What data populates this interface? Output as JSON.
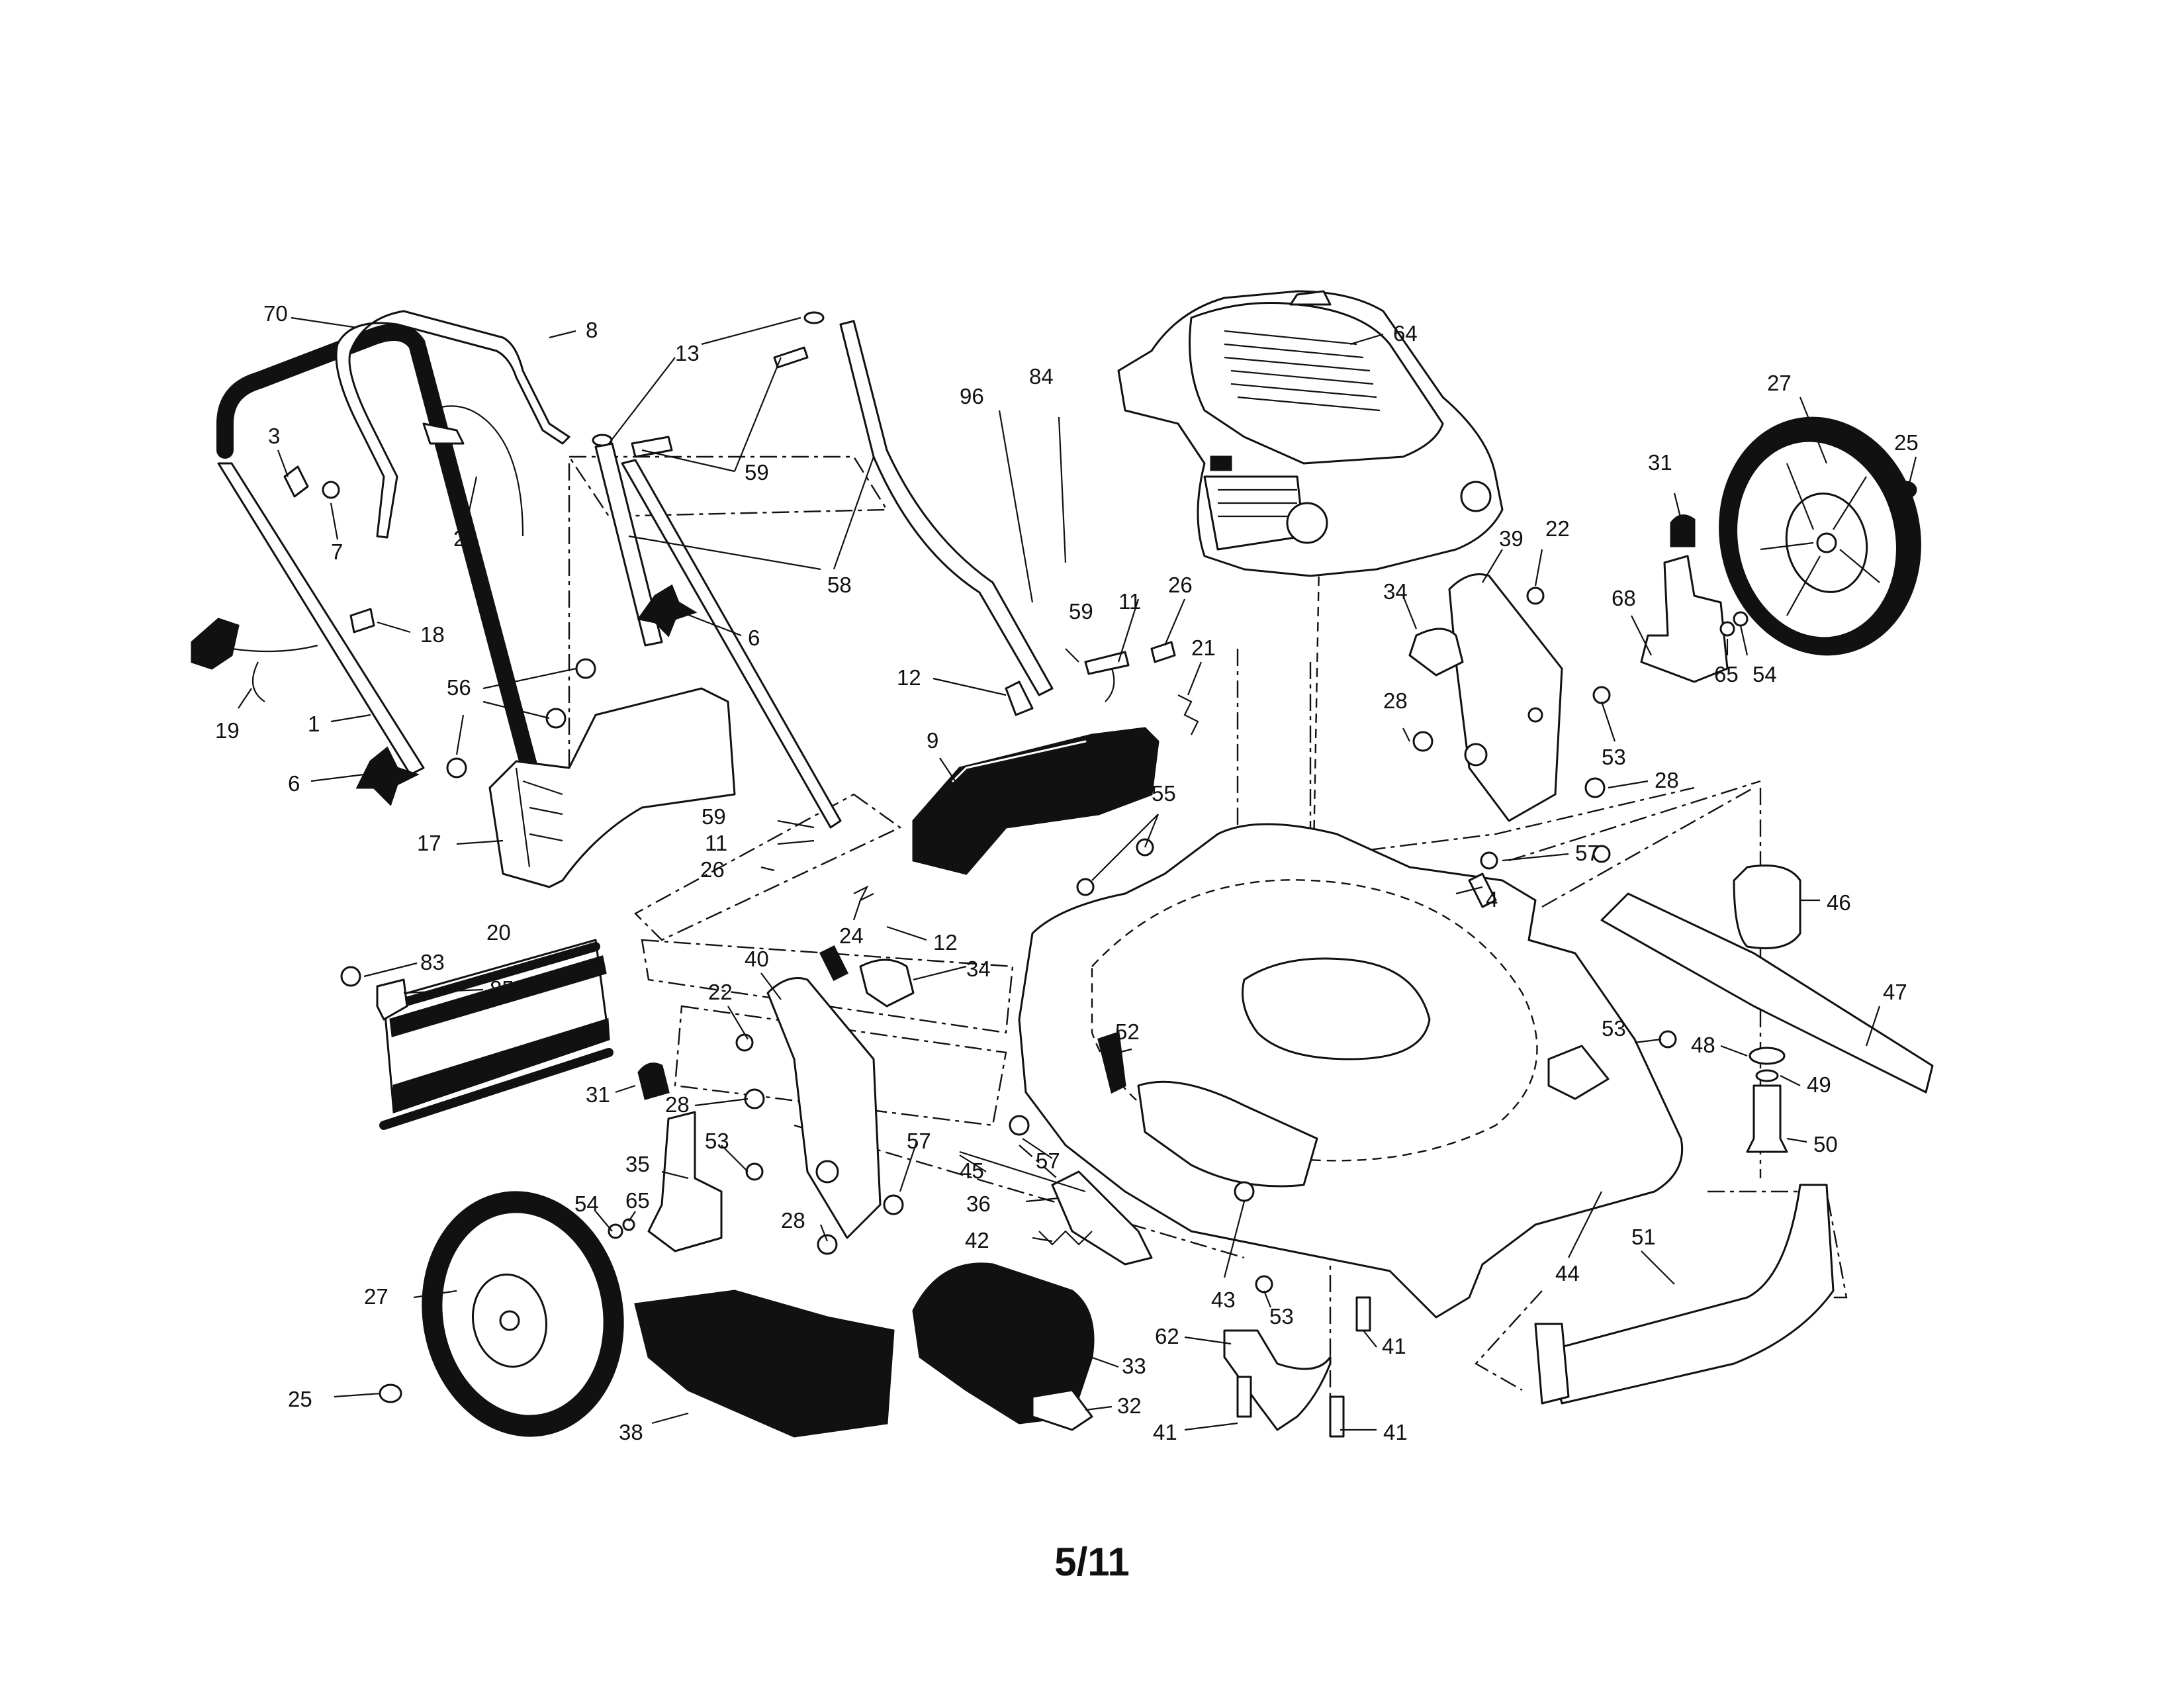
{
  "page": {
    "number": "5/11"
  },
  "callouts": [
    {
      "id": "c70",
      "text": "70"
    },
    {
      "id": "c8",
      "text": "8"
    },
    {
      "id": "c13",
      "text": "13"
    },
    {
      "id": "c3",
      "text": "3"
    },
    {
      "id": "c7",
      "text": "7"
    },
    {
      "id": "c2",
      "text": "2"
    },
    {
      "id": "c59a",
      "text": "59"
    },
    {
      "id": "c58",
      "text": "58"
    },
    {
      "id": "c96",
      "text": "96"
    },
    {
      "id": "c84",
      "text": "84"
    },
    {
      "id": "c64",
      "text": "64"
    },
    {
      "id": "c27a",
      "text": "27"
    },
    {
      "id": "c25a",
      "text": "25"
    },
    {
      "id": "c31a",
      "text": "31"
    },
    {
      "id": "c18",
      "text": "18"
    },
    {
      "id": "c6a",
      "text": "6"
    },
    {
      "id": "c19",
      "text": "19"
    },
    {
      "id": "c1",
      "text": "1"
    },
    {
      "id": "c6b",
      "text": "6"
    },
    {
      "id": "c56",
      "text": "56"
    },
    {
      "id": "c17",
      "text": "17"
    },
    {
      "id": "c12a",
      "text": "12"
    },
    {
      "id": "c59b",
      "text": "59"
    },
    {
      "id": "c11a",
      "text": "11"
    },
    {
      "id": "c26a",
      "text": "26"
    },
    {
      "id": "c21",
      "text": "21"
    },
    {
      "id": "c9",
      "text": "9"
    },
    {
      "id": "c59c",
      "text": "59"
    },
    {
      "id": "c11b",
      "text": "11"
    },
    {
      "id": "c26b",
      "text": "26"
    },
    {
      "id": "c39",
      "text": "39"
    },
    {
      "id": "c22a",
      "text": "22"
    },
    {
      "id": "c34a",
      "text": "34"
    },
    {
      "id": "c68",
      "text": "68"
    },
    {
      "id": "c65a",
      "text": "65"
    },
    {
      "id": "c54a",
      "text": "54"
    },
    {
      "id": "c28a",
      "text": "28"
    },
    {
      "id": "c53a",
      "text": "53"
    },
    {
      "id": "c28b",
      "text": "28"
    },
    {
      "id": "c55",
      "text": "55"
    },
    {
      "id": "c57a",
      "text": "57"
    },
    {
      "id": "c4",
      "text": "4"
    },
    {
      "id": "c46",
      "text": "46"
    },
    {
      "id": "c24",
      "text": "24"
    },
    {
      "id": "c12b",
      "text": "12"
    },
    {
      "id": "c34b",
      "text": "34"
    },
    {
      "id": "c20",
      "text": "20"
    },
    {
      "id": "c83",
      "text": "83"
    },
    {
      "id": "c85",
      "text": "85"
    },
    {
      "id": "c40",
      "text": "40"
    },
    {
      "id": "c22b",
      "text": "22"
    },
    {
      "id": "c52",
      "text": "52"
    },
    {
      "id": "c47",
      "text": "47"
    },
    {
      "id": "c53b",
      "text": "53"
    },
    {
      "id": "c48",
      "text": "48"
    },
    {
      "id": "c49",
      "text": "49"
    },
    {
      "id": "c50",
      "text": "50"
    },
    {
      "id": "c28c",
      "text": "28"
    },
    {
      "id": "c31b",
      "text": "31"
    },
    {
      "id": "c53c",
      "text": "53"
    },
    {
      "id": "c35",
      "text": "35"
    },
    {
      "id": "c57b",
      "text": "57"
    },
    {
      "id": "c57c",
      "text": "57"
    },
    {
      "id": "c45",
      "text": "45"
    },
    {
      "id": "c54b",
      "text": "54"
    },
    {
      "id": "c65b",
      "text": "65"
    },
    {
      "id": "c36",
      "text": "36"
    },
    {
      "id": "c28d",
      "text": "28"
    },
    {
      "id": "c42",
      "text": "42"
    },
    {
      "id": "c43",
      "text": "43"
    },
    {
      "id": "c44",
      "text": "44"
    },
    {
      "id": "c51",
      "text": "51"
    },
    {
      "id": "c27b",
      "text": "27"
    },
    {
      "id": "c53d",
      "text": "53"
    },
    {
      "id": "c62",
      "text": "62"
    },
    {
      "id": "c41a",
      "text": "41"
    },
    {
      "id": "c33",
      "text": "33"
    },
    {
      "id": "c32",
      "text": "32"
    },
    {
      "id": "c25b",
      "text": "25"
    },
    {
      "id": "c38",
      "text": "38"
    },
    {
      "id": "c41b",
      "text": "41"
    },
    {
      "id": "c41c",
      "text": "41"
    }
  ]
}
